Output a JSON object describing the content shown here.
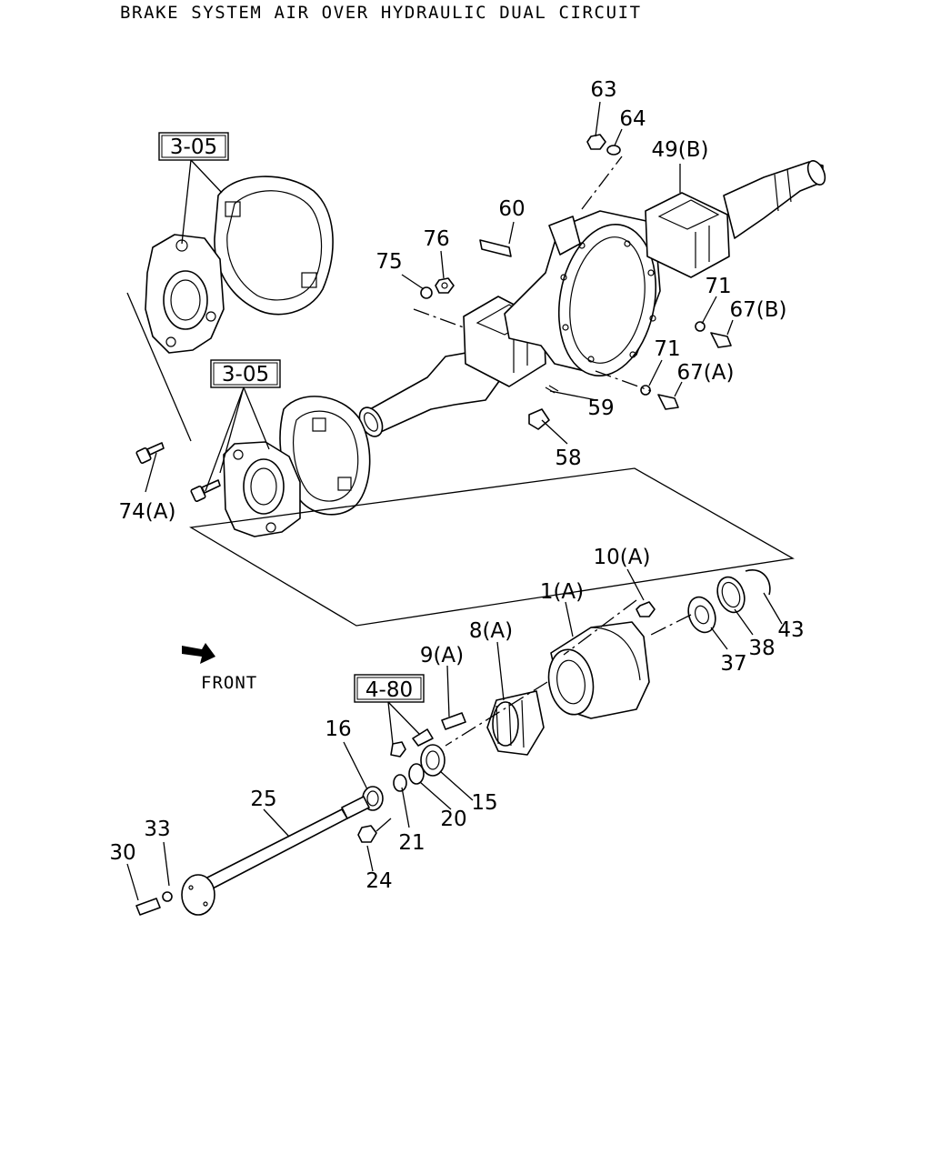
{
  "title": "BRAKE SYSTEM AIR OVER HYDRAULIC DUAL CIRCUIT",
  "front_label": "FRONT",
  "ref_boxes": {
    "upper": "3-05",
    "middle": "3-05",
    "hub": "4-80"
  },
  "callouts": {
    "p63": "63",
    "p64": "64",
    "p49b": "49(B)",
    "p60": "60",
    "p76": "76",
    "p75": "75",
    "p71a": "71",
    "p67b": "67(B)",
    "p71b": "71",
    "p67a": "67(A)",
    "p59": "59",
    "p58": "58",
    "p74a": "74(A)",
    "p10a": "10(A)",
    "p1a": "1(A)",
    "p8a": "8(A)",
    "p9a": "9(A)",
    "p43": "43",
    "p38": "38",
    "p37": "37",
    "p16": "16",
    "p15": "15",
    "p20": "20",
    "p21": "21",
    "p25": "25",
    "p33": "33",
    "p30": "30",
    "p24": "24"
  }
}
